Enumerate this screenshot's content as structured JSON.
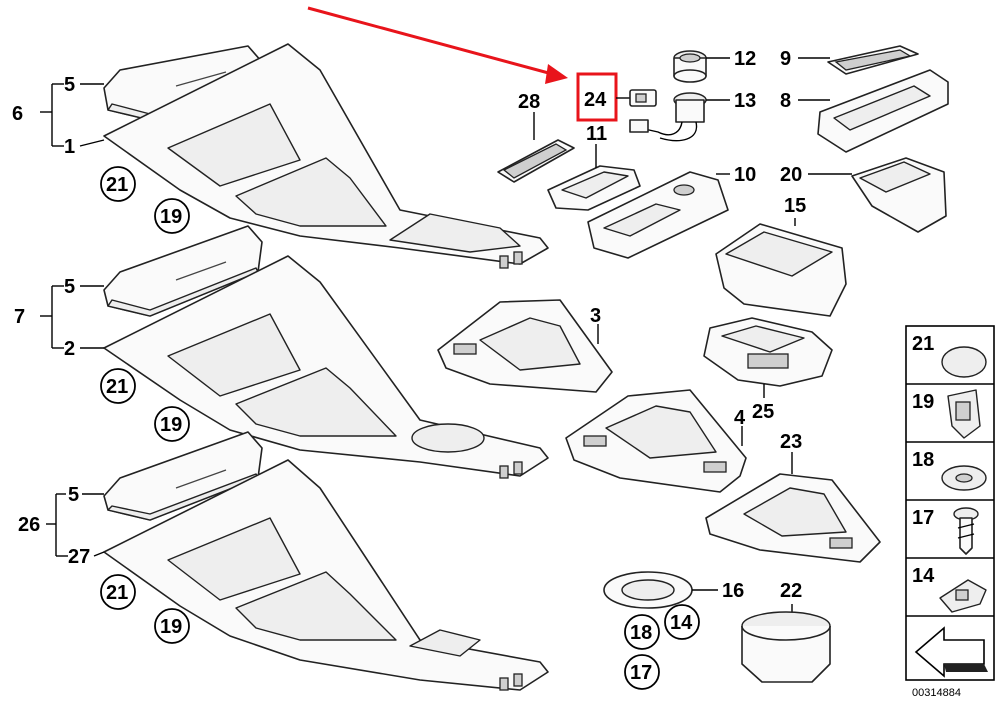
{
  "diagram": {
    "doc_number": "00314884",
    "highlight_color": "#e8141b",
    "highlighted_part": "24",
    "groups": [
      {
        "parent": "6",
        "children": [
          "5",
          "1"
        ]
      },
      {
        "parent": "7",
        "children": [
          "5",
          "2"
        ]
      },
      {
        "parent": "26",
        "children": [
          "5",
          "27"
        ]
      }
    ],
    "callouts": {
      "g1_21": "21",
      "g1_19": "19",
      "g2_21": "21",
      "g2_19": "19",
      "g3_21": "21",
      "g3_19": "19",
      "bot_18": "18",
      "bot_14": "14",
      "bot_17": "17"
    },
    "labels": {
      "p28": "28",
      "p24": "24",
      "p11": "11",
      "p12": "12",
      "p13": "13",
      "p10": "10",
      "p9": "9",
      "p8": "8",
      "p20": "20",
      "p15": "15",
      "p3": "3",
      "p25": "25",
      "p4": "4",
      "p23": "23",
      "p16": "16",
      "p22": "22"
    },
    "legend": [
      "21",
      "19",
      "18",
      "17",
      "14"
    ]
  }
}
